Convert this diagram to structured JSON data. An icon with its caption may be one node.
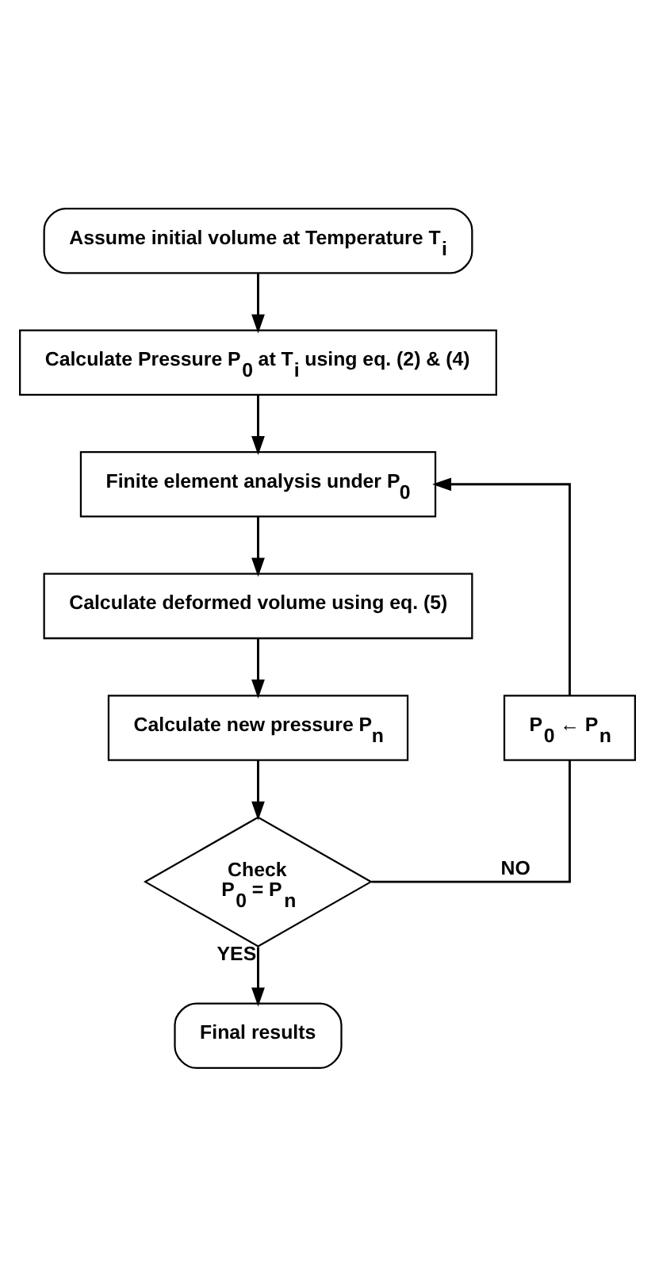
{
  "diagram": {
    "nodes": [
      {
        "text": [
          "Assume initial volume at Temperature T$_{i}$"
        ]
      },
      {
        "text": [
          "Calculate Pressure P$_{0}$ at T$_{i}$ using eq. (2) & (4)"
        ]
      },
      {
        "text": [
          "Finite element analysis under P$_{0}$"
        ]
      },
      {
        "text": [
          "Calculate deformed volume using eq. (5)"
        ]
      },
      {
        "text": [
          "Calculate new pressure P$_{n}$"
        ]
      },
      {
        "text": [
          "Check",
          "P$_{0}$ = P$_{n}$"
        ]
      },
      {
        "text": [
          "Final results"
        ]
      },
      {
        "text": [
          "P$_{0}$ ← P$_{n}$"
        ]
      }
    ],
    "edges": [
      {
        "from": 0,
        "to": 1,
        "arrow": "to"
      },
      {
        "from": 1,
        "to": 2,
        "arrow": "to"
      },
      {
        "from": 2,
        "to": 3,
        "arrow": "to"
      },
      {
        "from": 3,
        "to": 4,
        "arrow": "to"
      },
      {
        "from": 4,
        "to": 5,
        "arrow": "to"
      },
      {
        "from": 5,
        "to": 6,
        "label": "YES",
        "arrow": "to"
      },
      {
        "from": 5,
        "to": 7,
        "label": "NO",
        "arrow": "none"
      },
      {
        "from": 7,
        "to": 2,
        "arrow": "to"
      }
    ]
  }
}
